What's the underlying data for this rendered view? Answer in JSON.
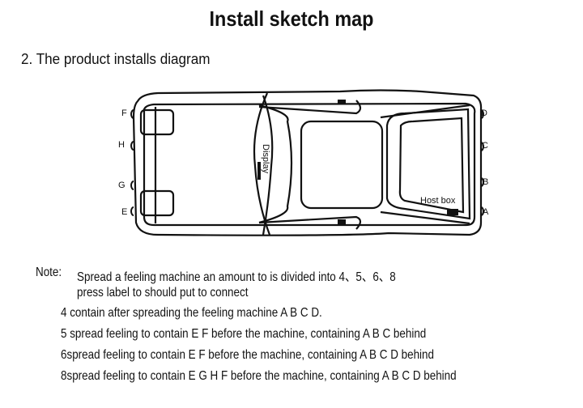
{
  "title": "Install sketch map",
  "subtitle": "2.  The product installs diagram",
  "diagram": {
    "display_label": "Display",
    "host_box_label": "Host box",
    "sensor_labels": {
      "F": "F",
      "H": "H",
      "G": "G",
      "E": "E",
      "D": "D",
      "C": "C",
      "B": "B",
      "A": "A"
    }
  },
  "notes": {
    "prefix": "Note:",
    "lines": [
      "Spread a feeling machine an amount to is divided into 4、5、6、8",
      "press label to should put to connect",
      "4 contain after spreading the feeling machine    A B C D.",
      "5 spread feeling to contain E F before the machine, containing A B C behind",
      "6spread feeling to contain E F before the machine, containing A B C D behind",
      "8spread feeling to contain E G H F before the machine, containing A B C D  behind"
    ]
  }
}
